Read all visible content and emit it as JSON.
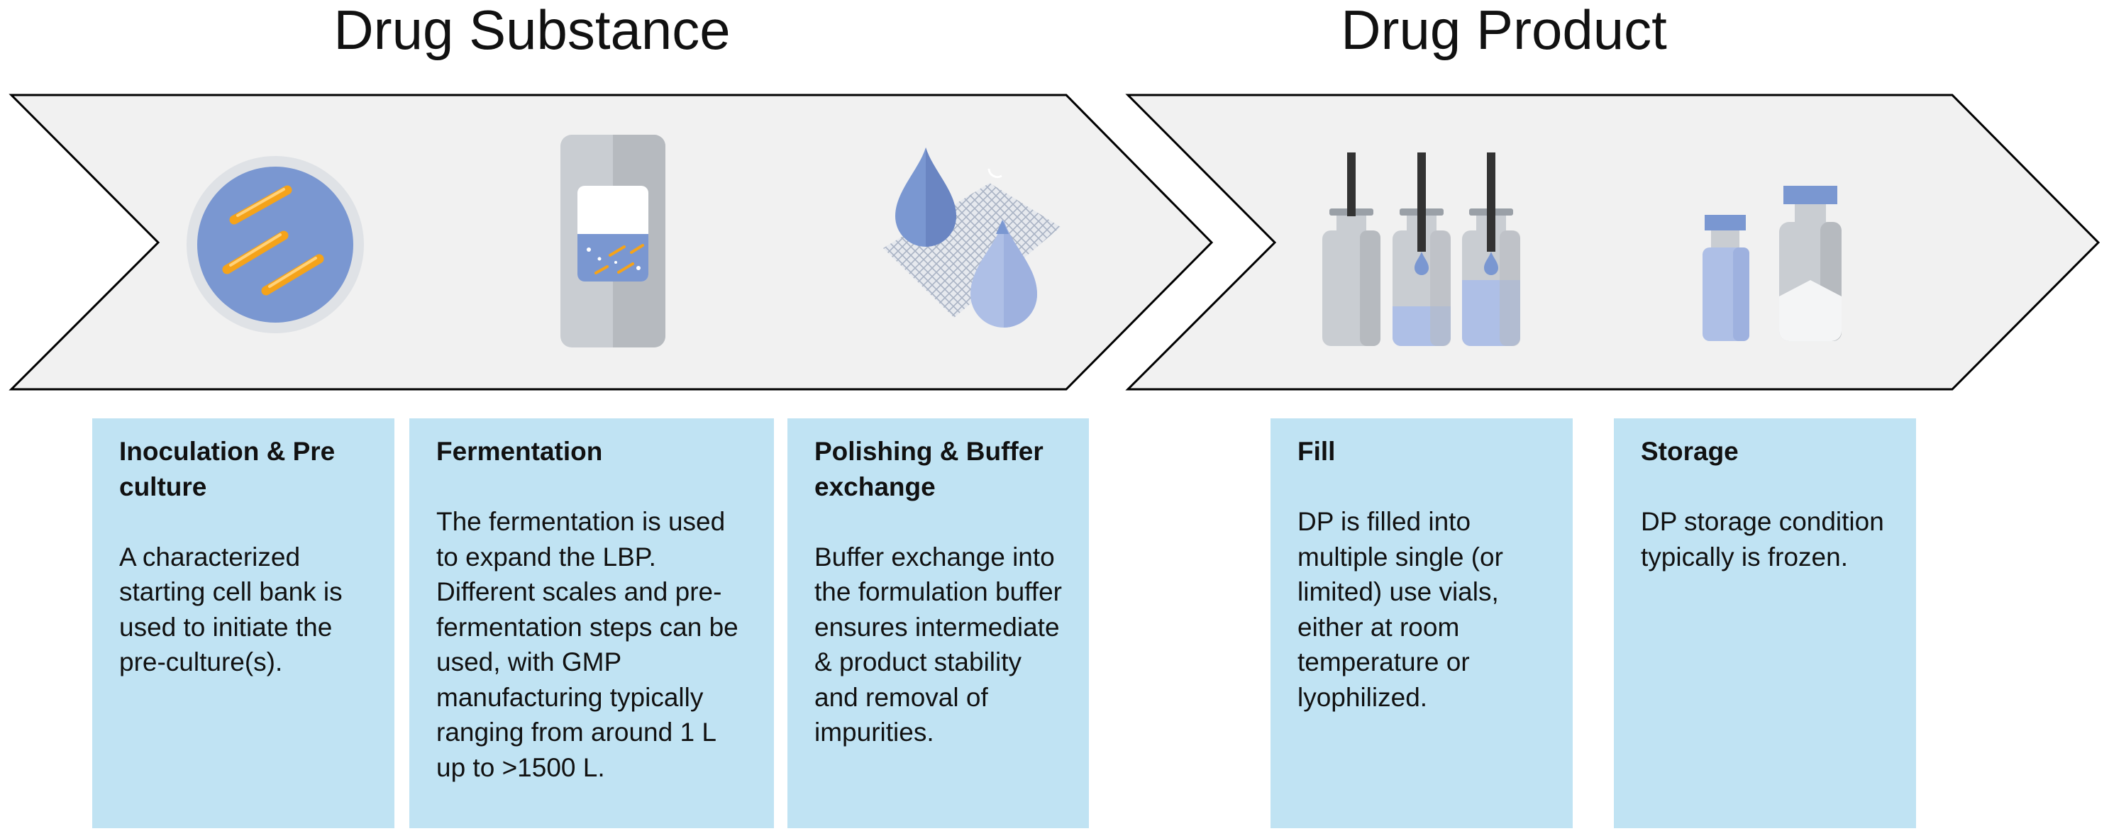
{
  "headers": {
    "drug_substance": "Drug Substance",
    "drug_product": "Drug Product"
  },
  "colors": {
    "chevron_fill": "#f1f1f1",
    "chevron_stroke": "#000000",
    "card_bg": "#c0e3f3",
    "icon_blue": "#7a97d1",
    "icon_orange": "#f5a31a",
    "icon_grey": "#c9cdd2"
  },
  "icons": [
    "petri-dish-icon",
    "bioreactor-icon",
    "filter-droplets-icon",
    "filling-vials-icon",
    "storage-vials-icon"
  ],
  "steps": [
    {
      "title": "Inoculation & Pre culture",
      "body": "A characterized starting cell bank is used to initiate the pre-culture(s)."
    },
    {
      "title": "Fermentation",
      "body": "The fermentation is used to expand the LBP. Different scales and pre-fermentation steps can be used, with GMP manufacturing typically ranging from around 1 L up to >1500 L."
    },
    {
      "title": "Polishing & Buffer exchange",
      "body": "Buffer exchange into the formulation buffer ensures intermediate & product stability and removal of impurities."
    },
    {
      "title": "Fill",
      "body": "DP is filled into multiple single (or limited) use vials, either at room temperature or lyophilized."
    },
    {
      "title": "Storage",
      "body": "DP storage condition typically is frozen."
    }
  ]
}
